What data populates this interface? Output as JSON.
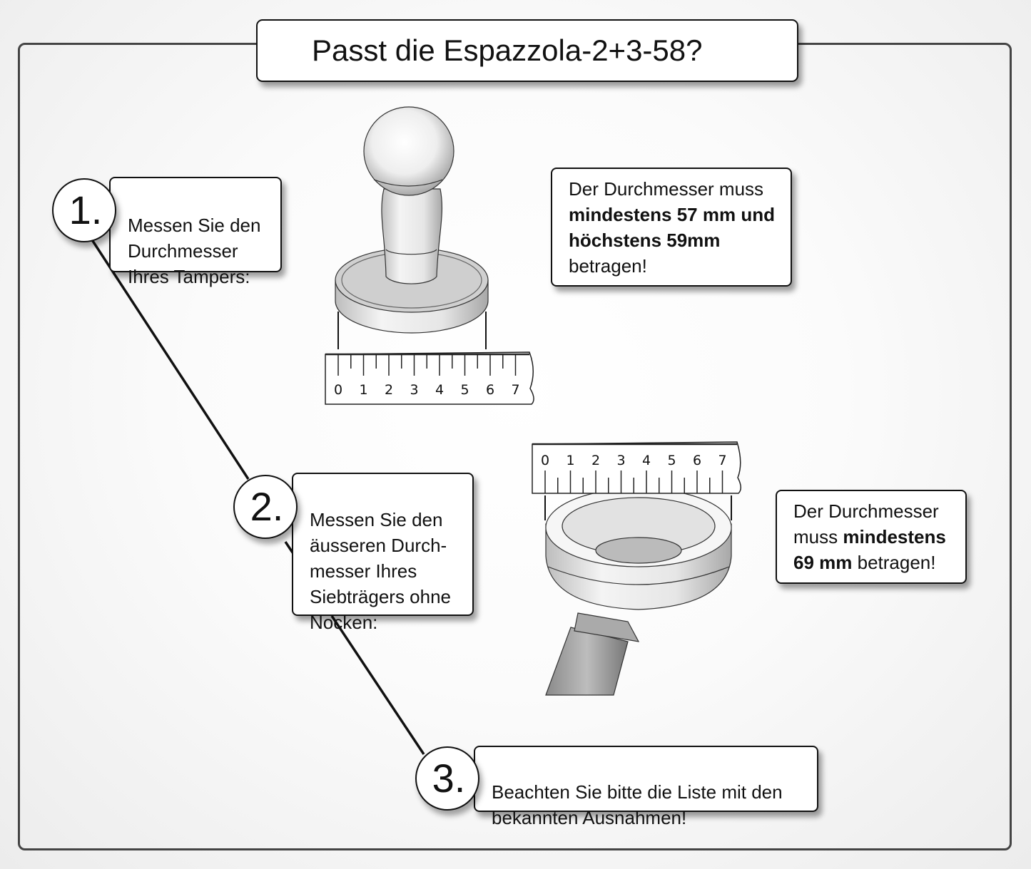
{
  "title": "Passt die Espazzola-2+3-58?",
  "steps": [
    {
      "number": "1.",
      "text": "Messen Sie den\nDurchmesser\nIhres Tampers:"
    },
    {
      "number": "2.",
      "text": "Messen Sie den\näusseren Durch-\nmesser Ihres\nSiebträgers ohne\nNocken:"
    },
    {
      "number": "3.",
      "text": "Beachten Sie bitte die Liste mit den\nbekannten Ausnahmen!"
    }
  ],
  "requirements": {
    "tamper": {
      "line1": "Der Durchmesser muss",
      "bold1": "mindestens 57 mm und",
      "bold2": "höchstens 59mm",
      "line4": "betragen!"
    },
    "portafilter": {
      "line1": "Der Durchmesser",
      "pre2": "muss ",
      "bold2": "mindestens",
      "bold3": "69 mm",
      "post3": " betragen!"
    }
  },
  "rulers": {
    "tamper_ruler": {
      "labels": [
        "0",
        "1",
        "2",
        "3",
        "4",
        "5",
        "6",
        "7"
      ]
    },
    "portafilter_ruler": {
      "labels": [
        "0",
        "1",
        "2",
        "3",
        "4",
        "5",
        "6",
        "7"
      ]
    }
  }
}
